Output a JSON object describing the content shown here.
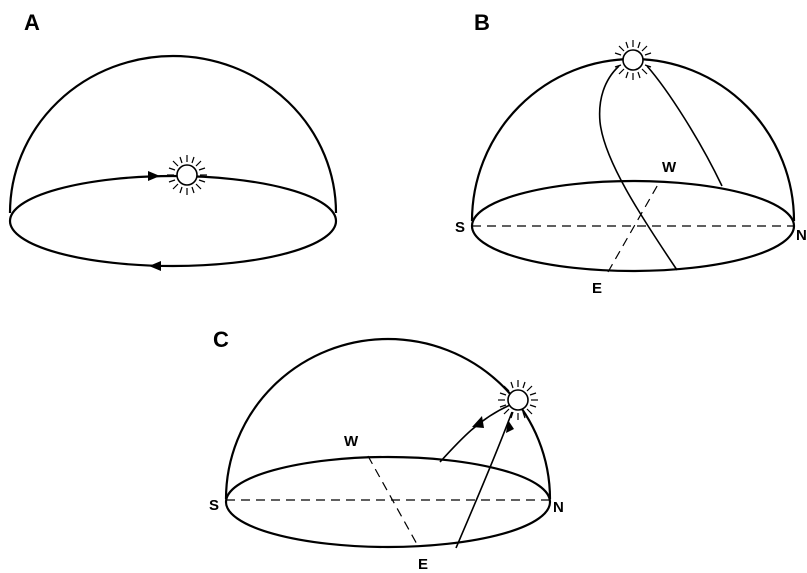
{
  "diagrams": {
    "a": {
      "label": "A"
    },
    "b": {
      "label": "B",
      "directions": {
        "south": "S",
        "north": "N",
        "west": "W",
        "east": "E"
      }
    },
    "c": {
      "label": "C",
      "directions": {
        "south": "S",
        "north": "N",
        "west": "W",
        "east": "E"
      }
    }
  },
  "colors": {
    "line": "#000000",
    "background": "#ffffff"
  },
  "icons": {
    "sun": "sun-icon",
    "arrow": "arrowhead-icon"
  }
}
